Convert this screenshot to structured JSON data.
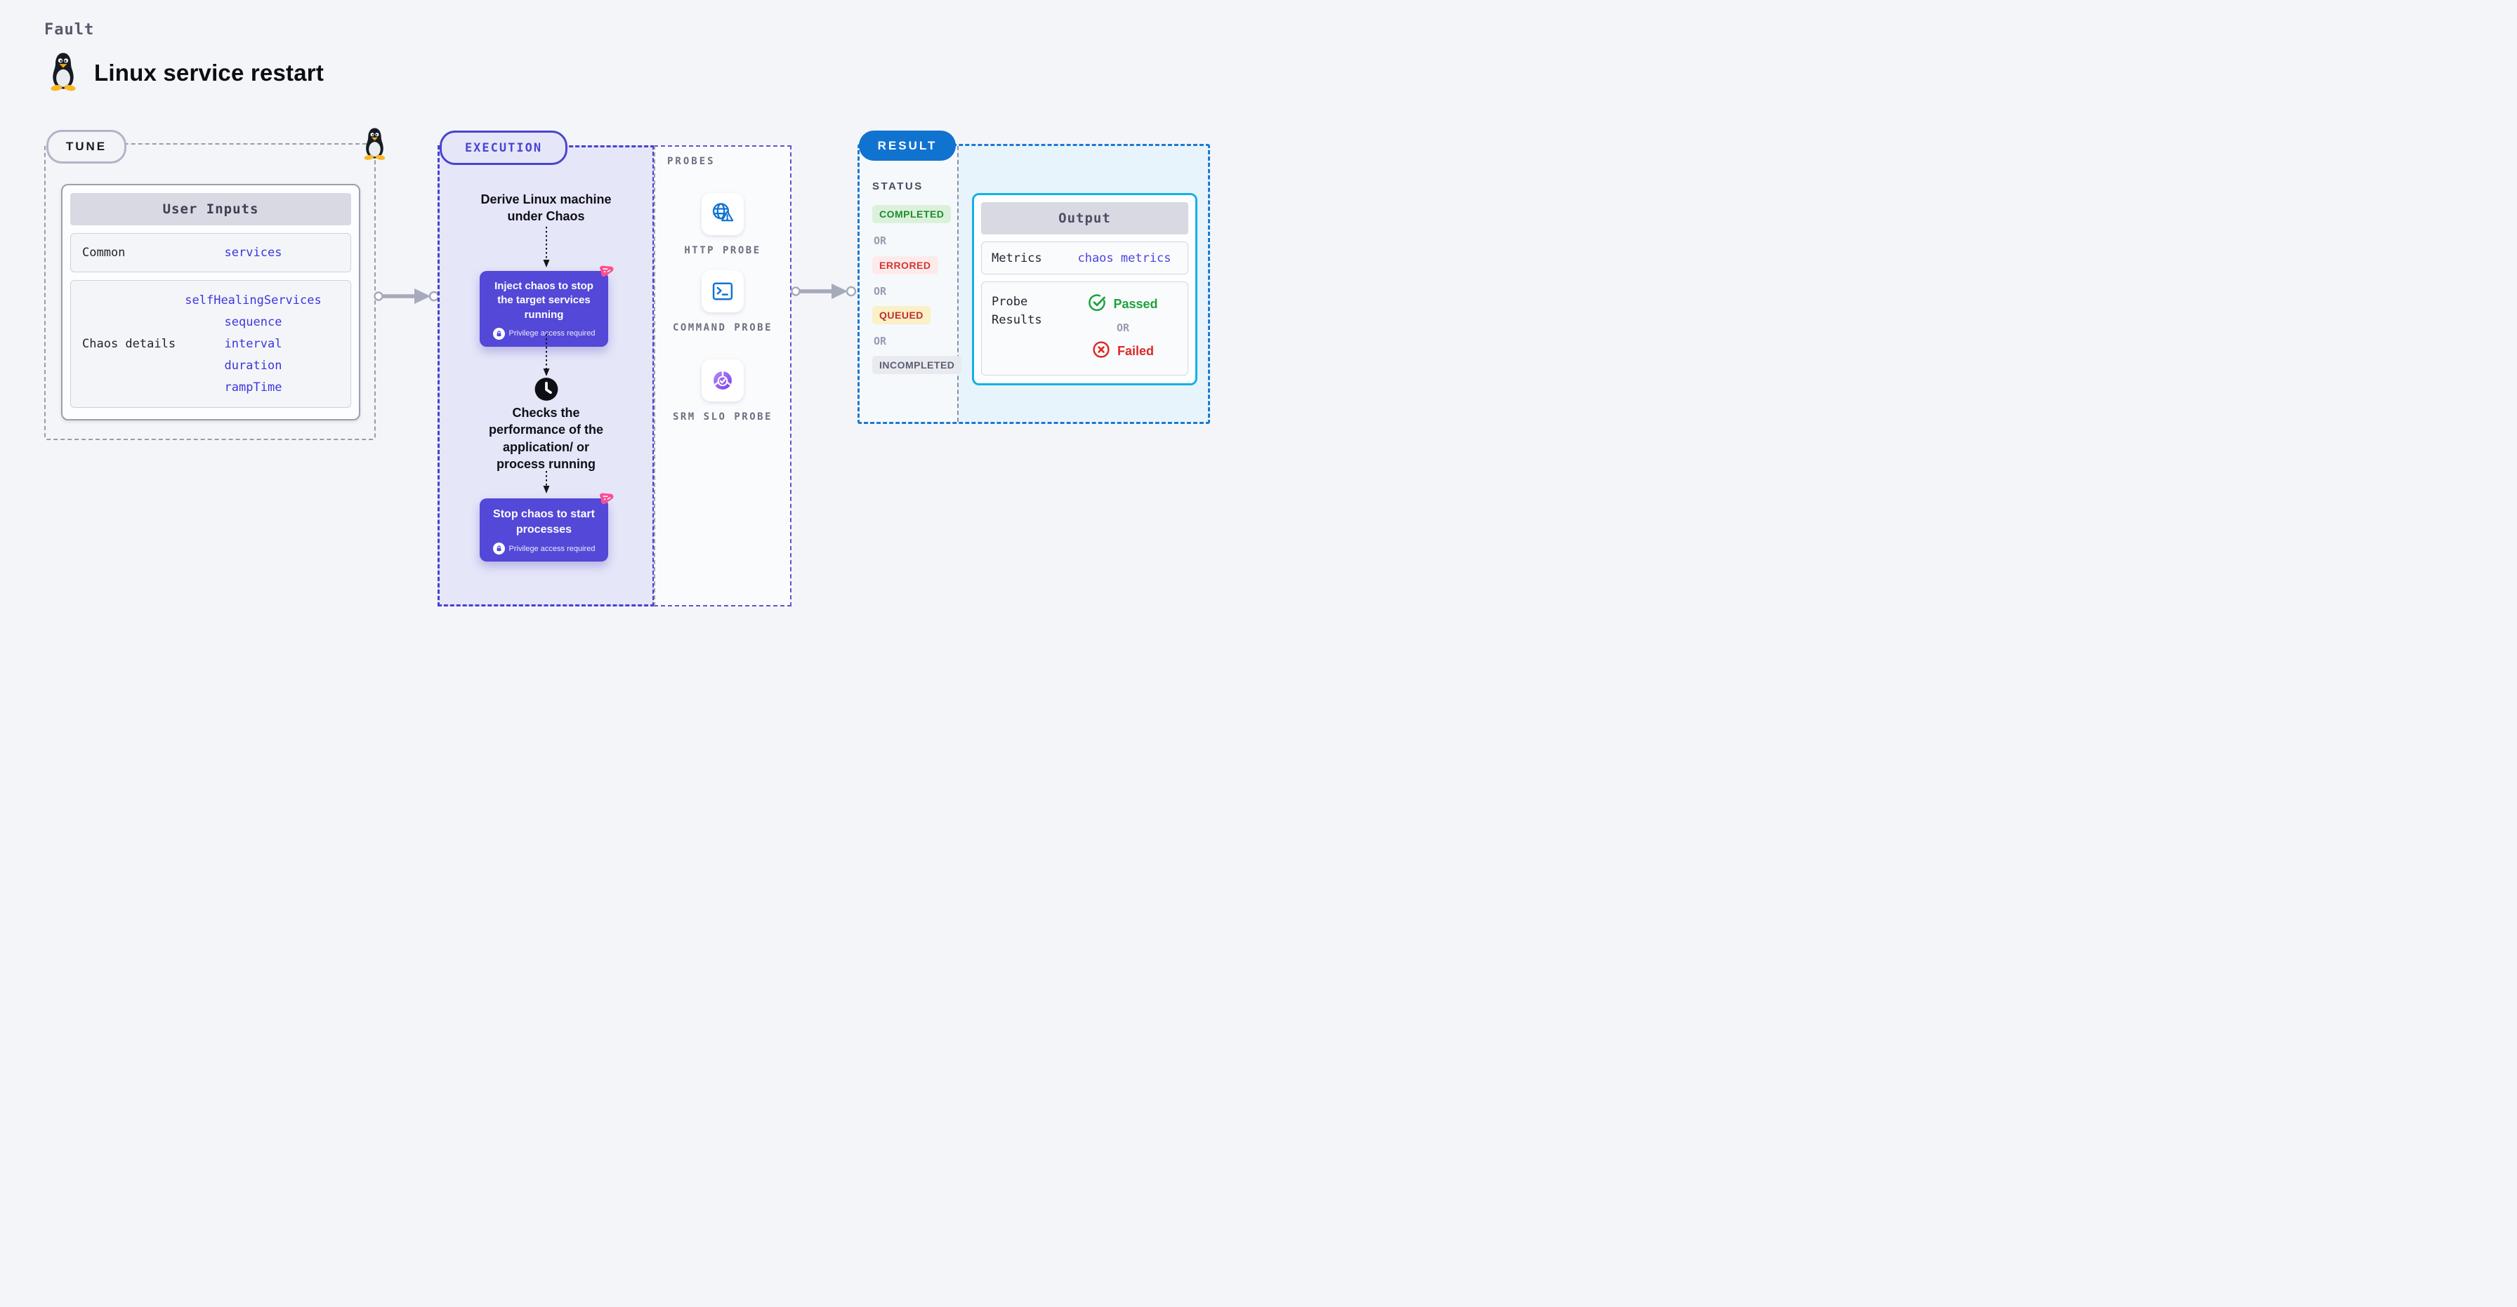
{
  "page": {
    "kicker": "Fault",
    "title": "Linux service restart",
    "title_icon": "tux-penguin-icon",
    "background_color": "#f4f5f9"
  },
  "tune": {
    "label": "TUNE",
    "corner_icon": "tux-penguin-icon",
    "user_inputs": {
      "title": "User Inputs",
      "rows": [
        {
          "label": "Common",
          "values": [
            "services"
          ]
        },
        {
          "label": "Chaos details",
          "values": [
            "selfHealingServices",
            "sequence",
            "interval",
            "duration",
            "rampTime"
          ]
        }
      ]
    }
  },
  "execution": {
    "label": "EXECUTION",
    "derive_text": "Derive Linux machine under Chaos",
    "inject_node": {
      "title": "Inject chaos to stop the target services running",
      "badge": "Privilege access required",
      "badge_icon": "lock-icon",
      "corner_icon": "chaos-pink-icon"
    },
    "checks_icon": "clock-icon",
    "checks_text": "Checks the performance of the application/ or process running",
    "stop_node": {
      "title": "Stop chaos to start processes",
      "badge": "Privilege access required",
      "badge_icon": "lock-icon",
      "corner_icon": "chaos-pink-icon"
    }
  },
  "probes": {
    "label": "PROBES",
    "items": [
      {
        "label": "HTTP PROBE",
        "icon": "globe-alert-icon"
      },
      {
        "label": "COMMAND PROBE",
        "icon": "terminal-icon"
      },
      {
        "label": "SRM SLO PROBE",
        "icon": "slo-donut-icon"
      }
    ]
  },
  "result": {
    "label": "RESULT",
    "status_title": "STATUS",
    "or_label": "OR",
    "statuses": [
      {
        "text": "COMPLETED",
        "fg": "#1d8c2c",
        "bg": "#dcf1db"
      },
      {
        "text": "ERRORED",
        "fg": "#d13634",
        "bg": "#fdebeb"
      },
      {
        "text": "QUEUED",
        "fg": "#bf2f2f",
        "bg": "#fbf0c6"
      },
      {
        "text": "INCOMPLETED",
        "fg": "#5a5e72",
        "bg": "#e9eaef"
      }
    ],
    "output": {
      "title": "Output",
      "metrics_label": "Metrics",
      "metrics_value": "chaos metrics",
      "probe_results_label": "Probe Results",
      "passed_label": "Passed",
      "passed_icon": "check-circle-icon",
      "failed_label": "Failed",
      "failed_icon": "x-circle-icon"
    }
  },
  "colors": {
    "accent_indigo": "#4a44d0",
    "node_purple": "#5348d7",
    "probe_icon_blue": "#1273d4",
    "result_blue": "#1173d0",
    "output_cyan": "#16b0e6",
    "chaos_pink": "#fb4f90",
    "arrow_gray": "#a7aabb"
  }
}
